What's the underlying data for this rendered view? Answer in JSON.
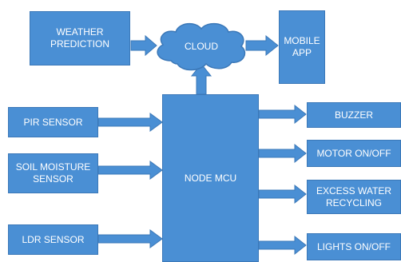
{
  "colors": {
    "box_fill": "#4a8fd4",
    "box_border": "#3b78b8",
    "arrow_fill": "#4a8fd4",
    "text": "#ffffff",
    "background": "#ffffff"
  },
  "nodes": {
    "weather_prediction": "WEATHER\nPREDICTION",
    "cloud": "CLOUD",
    "mobile_app": "MOBILE\nAPP",
    "pir_sensor": "PIR SENSOR",
    "soil_moisture_sensor": "SOIL MOISTURE\nSENSOR",
    "ldr_sensor": "LDR SENSOR",
    "node_mcu": "NODE MCU",
    "buzzer": "BUZZER",
    "motor": "MOTOR ON/OFF",
    "excess_water_recycling": "EXCESS WATER\nRECYCLING",
    "lights": "LIGHTS ON/OFF"
  }
}
